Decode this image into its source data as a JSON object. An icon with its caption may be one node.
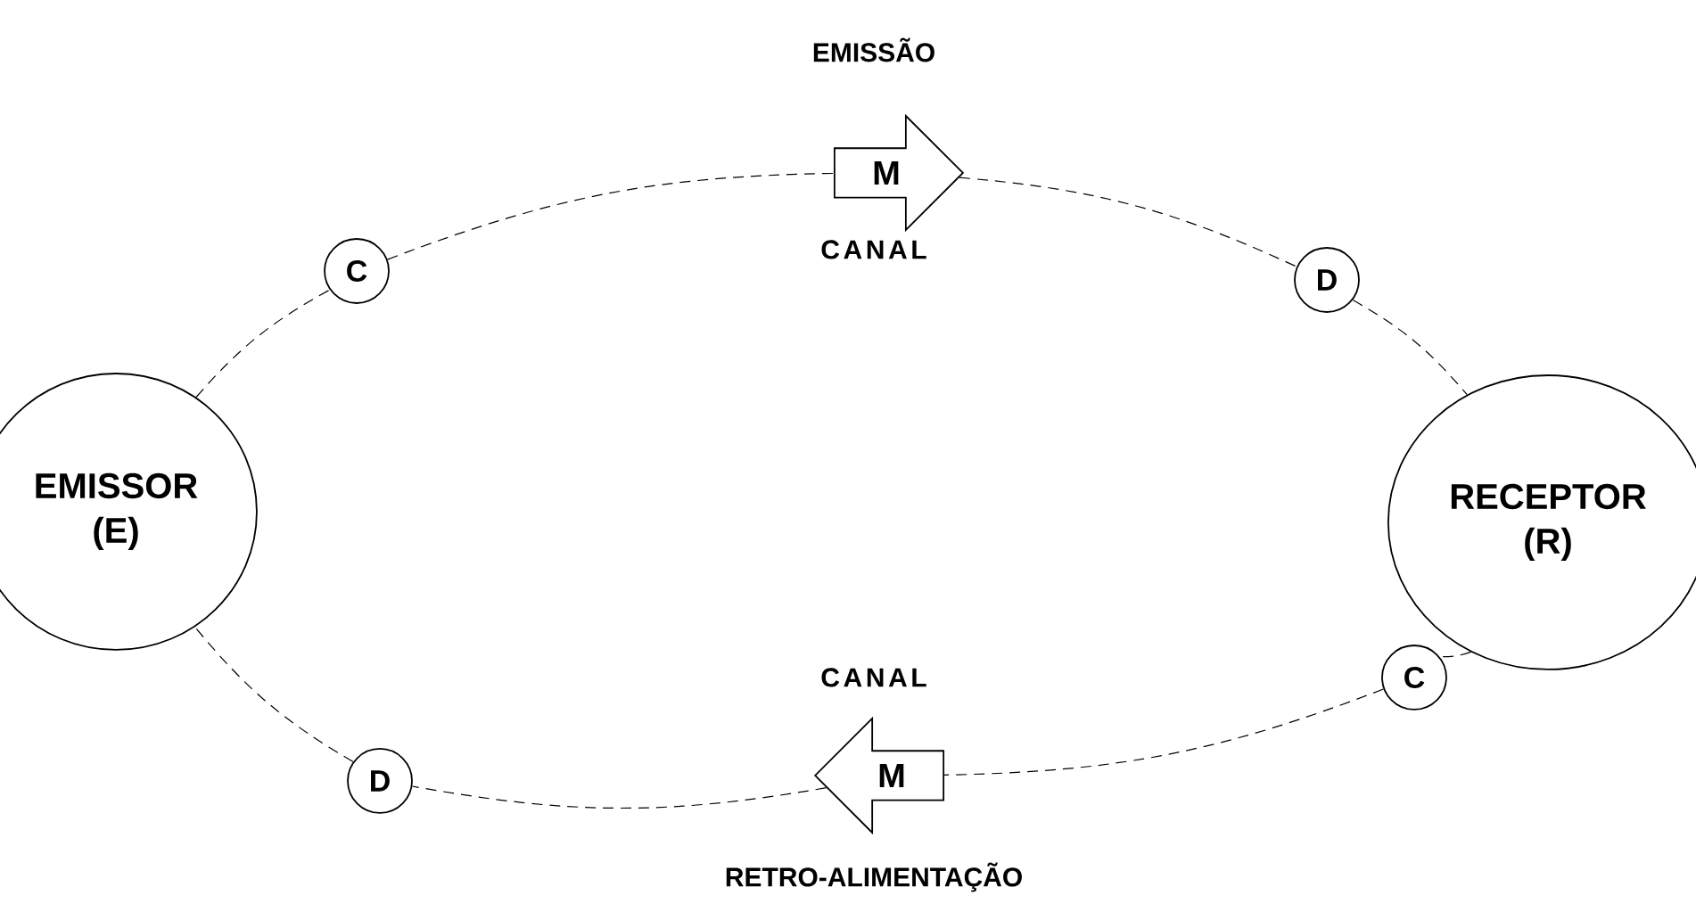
{
  "diagram": {
    "nodes": [
      {
        "text": [
          "EMISSOR (E)"
        ]
      },
      {
        "text": [
          "C"
        ]
      },
      {
        "text": [
          "M"
        ]
      },
      {
        "text": [
          "D"
        ]
      },
      {
        "text": [
          "RECEPTOR (R)"
        ]
      },
      {
        "text": [
          "C"
        ]
      },
      {
        "text": [
          "M"
        ]
      },
      {
        "text": [
          "D"
        ]
      }
    ],
    "edges": [
      {
        "from": 0,
        "to": 1,
        "arrow": "none",
        "style": "dashed"
      },
      {
        "from": 1,
        "to": 2,
        "arrow": "none",
        "style": "dashed"
      },
      {
        "from": 2,
        "to": 3,
        "arrow": "none",
        "style": "dashed"
      },
      {
        "from": 3,
        "to": 4,
        "arrow": "none",
        "style": "dashed"
      },
      {
        "from": 4,
        "to": 5,
        "arrow": "none",
        "style": "dashed"
      },
      {
        "from": 5,
        "to": 6,
        "arrow": "none",
        "style": "dashed"
      },
      {
        "from": 6,
        "to": 7,
        "arrow": "none",
        "style": "dashed"
      },
      {
        "from": 7,
        "to": 0,
        "arrow": "none",
        "style": "dashed"
      }
    ],
    "labels": [
      "EMISSÃO",
      "CANAL",
      "CANAL",
      "RETRO-ALIMENTAÇÃO"
    ]
  }
}
